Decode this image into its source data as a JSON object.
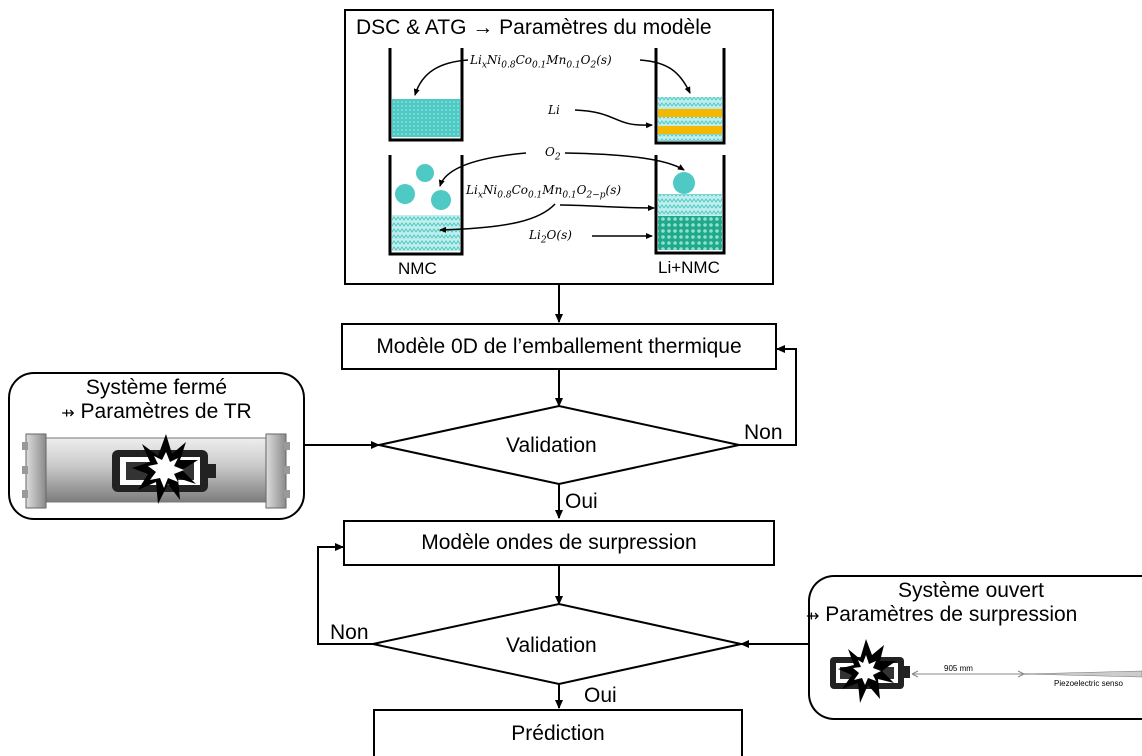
{
  "top": {
    "title": "DSC & ATG → Paramètres du modèle",
    "formula_nmc": "Li_xNi_0.8Co_0.1Mn_0.1O_2(s)",
    "formula_li": "Li",
    "formula_o2": "O_2",
    "formula_nmc_p": "Li_xNi_0.8Co_0.1Mn_0.1O_2−p(s)",
    "formula_li2o": "Li_2O(s)",
    "label_nmc": "NMC",
    "label_li_nmc": "Li+NMC"
  },
  "boxes": {
    "model_0d": "Modèle 0D de l’emballement thermique",
    "validation_1": "Validation",
    "model_wave": "Modèle ondes de surpression",
    "validation_2": "Validation",
    "prediction": "Prédiction"
  },
  "edges": {
    "non_1": "Non",
    "oui_1": "Oui",
    "non_2": "Non",
    "oui_2": "Oui"
  },
  "left_panel": {
    "title": "Système fermé",
    "subtitle": "Paramètres de TR",
    "bullet_icon": "hand-pointing-icon"
  },
  "right_panel": {
    "title": "Système ouvert",
    "subtitle": "Paramètres de surpression",
    "bullet_icon": "hand-pointing-icon",
    "distance": "905 mm",
    "sensor": "Piezoelectric senso"
  },
  "colors": {
    "teal": "#4fc9c4",
    "orange": "#f5b800",
    "green": "#1fa88a"
  }
}
